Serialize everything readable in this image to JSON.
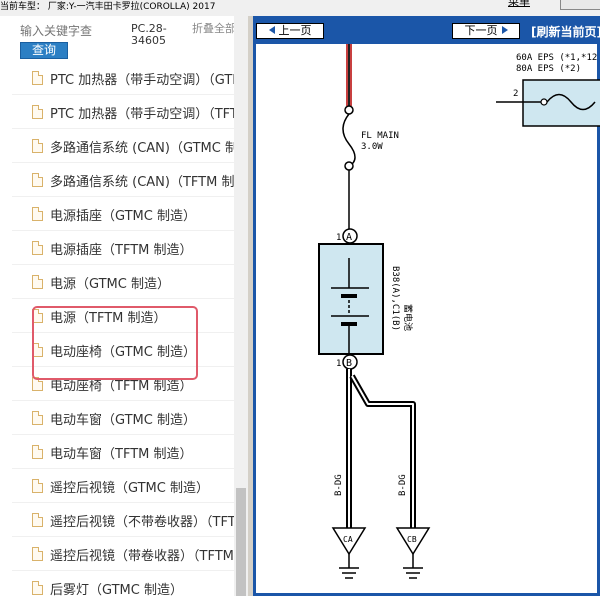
{
  "topbar": {
    "vehicle_text": "当前车型： 厂家:Y-一汽丰田卡罗拉(COROLLA) 2017",
    "menu_label": "菜单"
  },
  "search": {
    "placeholder": "输入关键字查",
    "button_label": "查询",
    "code_label": "PC.28-\n34605",
    "collapse_label": "折叠全部"
  },
  "list": {
    "items": [
      "PTC 加热器（带手动空调）（GTMC",
      "PTC 加热器（带手动空调）（TFTM",
      "多路通信系统 (CAN)（GTMC 制造）",
      "多路通信系统 (CAN)（TFTM 制造）",
      "电源插座（GTMC 制造）",
      "电源插座（TFTM 制造）",
      "电源（GTMC 制造）",
      "电源（TFTM 制造）",
      "电动座椅（GTMC 制造）",
      "电动座椅（TFTM 制造）",
      "电动车窗（GTMC 制造）",
      "电动车窗（TFTM 制造）",
      "遥控后视镜（GTMC 制造）",
      "遥控后视镜（不带卷收器）（TFTM",
      "遥控后视镜（带卷收器）（TFTM",
      "后雾灯（GTMC 制造）"
    ]
  },
  "viewer": {
    "prev_label": "上一页",
    "next_label": "下一页",
    "refresh_label": "[刷新当前页]"
  },
  "diagram": {
    "fuse_name": "FL MAIN",
    "fuse_rating": "3.0W",
    "eps_line1": "60A EPS (*1,*12",
    "eps_line2": "80A EPS (*2)",
    "eps_pin": "2",
    "battery_pin_top": "A",
    "battery_pin_top_num": "1",
    "battery_pin_bottom": "B",
    "battery_pin_bottom_num": "1",
    "battery_code": "B38(A),C1(B)",
    "battery_name": "蓄电池",
    "wire_left": "B-DG",
    "wire_right": "B-DG",
    "ground_left": "CA",
    "ground_right": "CB"
  },
  "colors": {
    "nav_blue": "#1b56a8",
    "battery_fill": "#cfe7f0",
    "highlight_red": "#e05a6a",
    "wire_red": "#c84040"
  }
}
